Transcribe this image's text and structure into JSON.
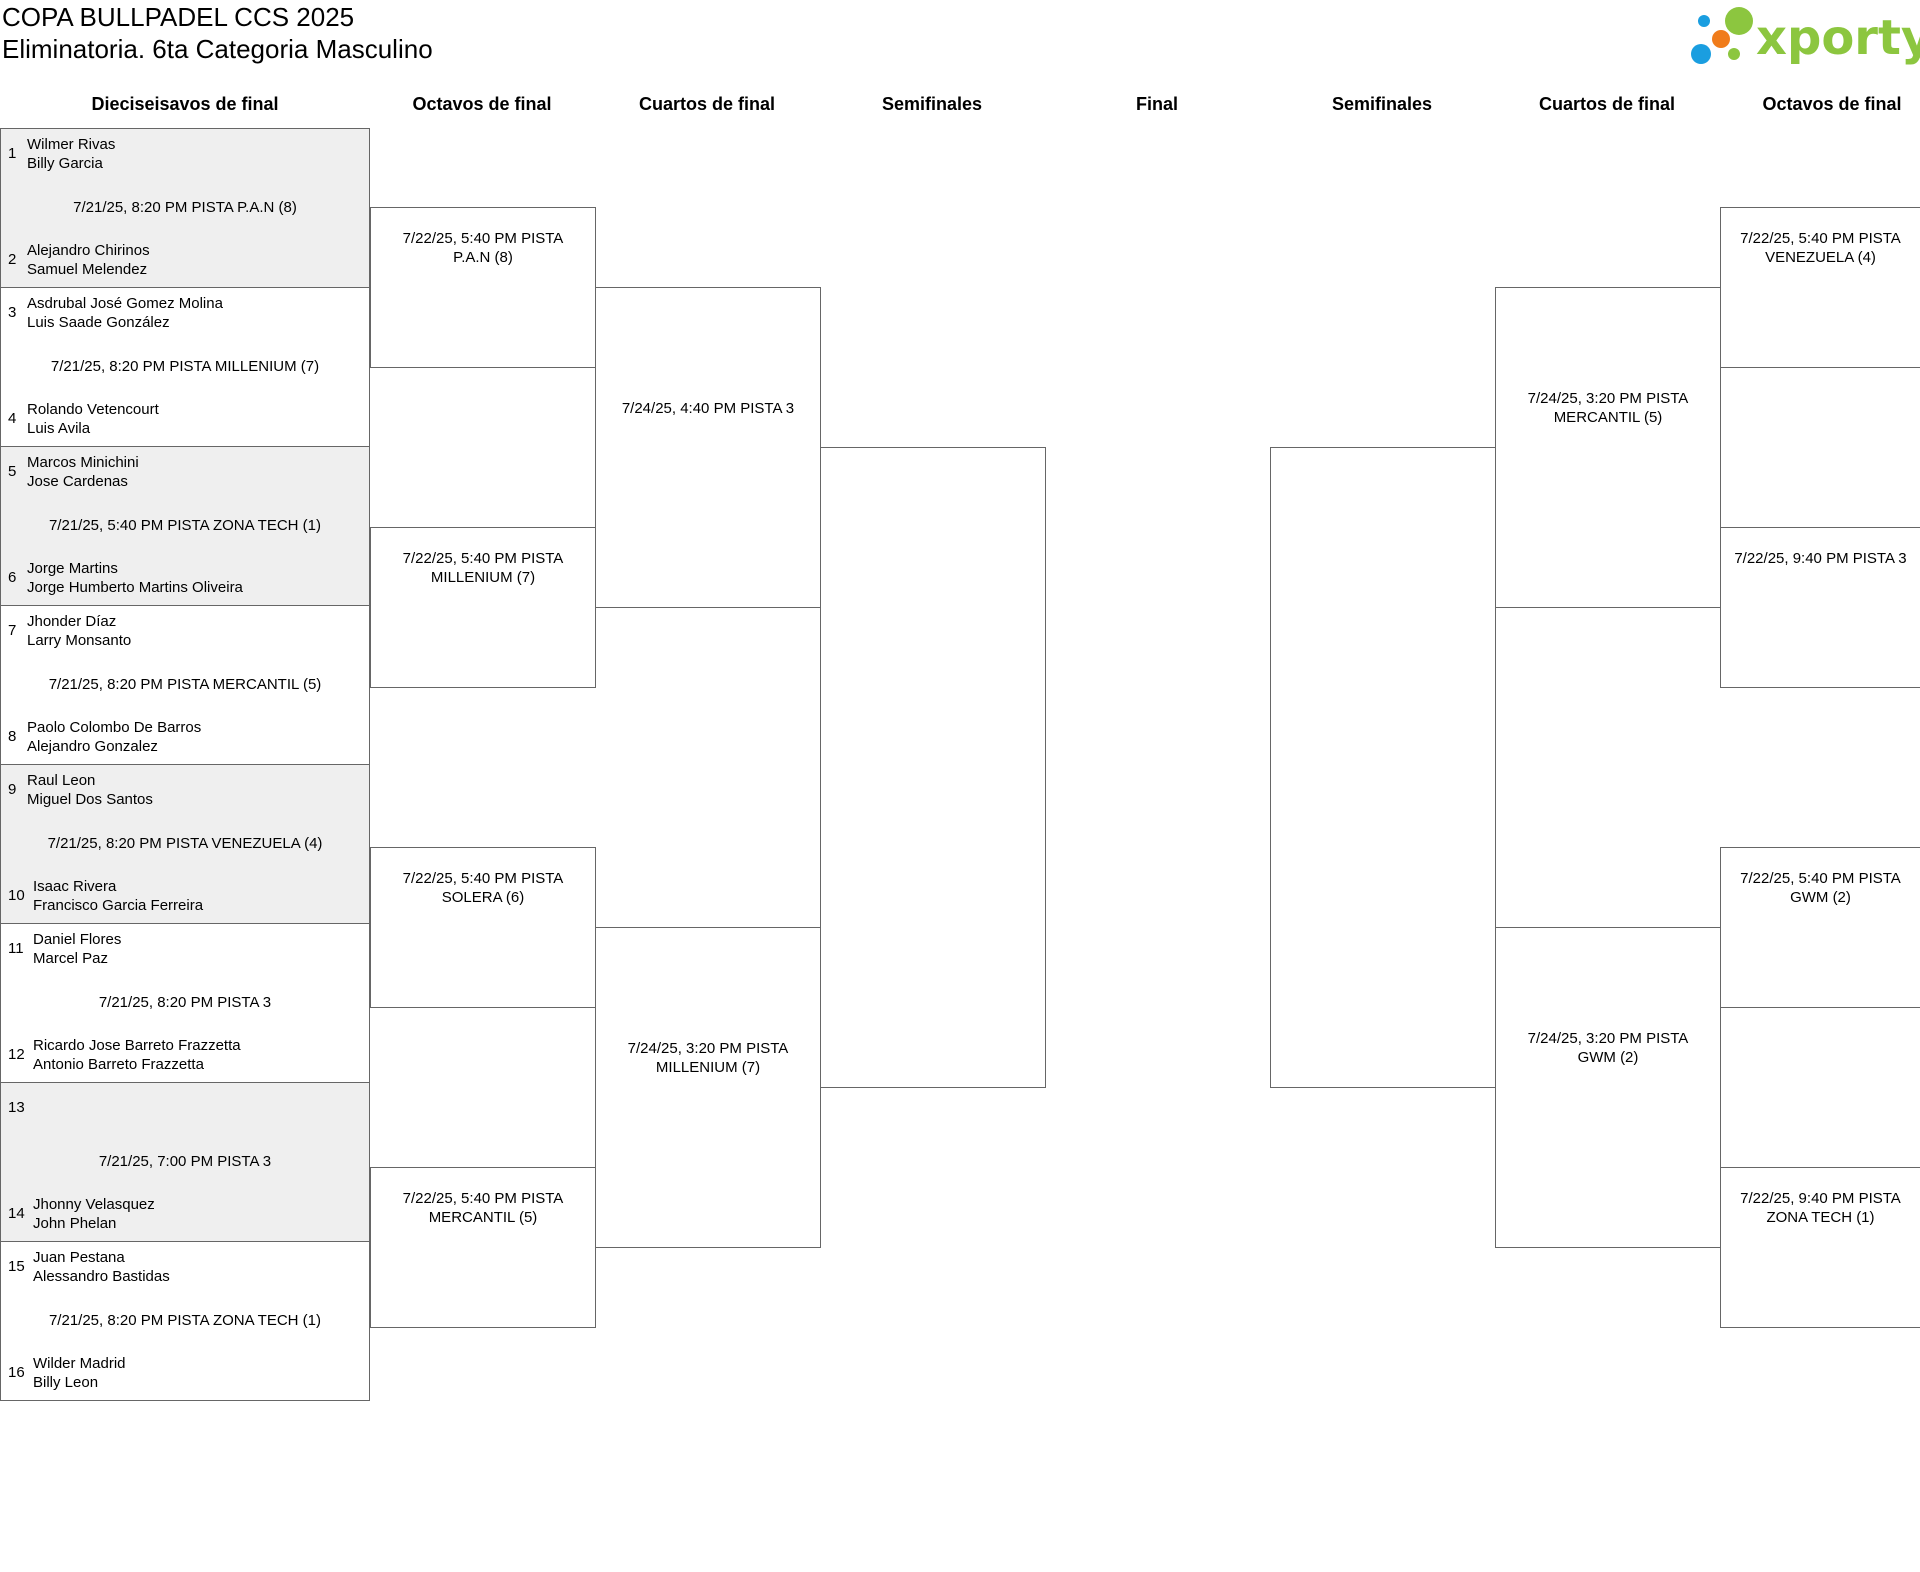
{
  "header": {
    "title": "COPA BULLPADEL CCS 2025",
    "subtitle": "Eliminatoria. 6ta Categoria Masculino",
    "logo_text": "xporty",
    "logo_color": "#8cc63f"
  },
  "rounds": [
    "Dieciseisavos de final",
    "Octavos de final",
    "Cuartos de final",
    "Semifinales",
    "Final",
    "Semifinales",
    "Cuartos de final",
    "Octavos de final"
  ],
  "r32": [
    {
      "top": {
        "seed": "1",
        "p1": "Wilmer Rivas",
        "p2": "Billy Garcia"
      },
      "info": "7/21/25, 8:20 PM PISTA P.A.N (8)",
      "bottom": {
        "seed": "2",
        "p1": "Alejandro Chirinos",
        "p2": "Samuel Melendez"
      }
    },
    {
      "top": {
        "seed": "3",
        "p1": "Asdrubal José Gomez Molina",
        "p2": "Luis Saade González"
      },
      "info": "7/21/25, 8:20 PM PISTA MILLENIUM (7)",
      "bottom": {
        "seed": "4",
        "p1": "Rolando Vetencourt",
        "p2": "Luis Avila"
      }
    },
    {
      "top": {
        "seed": "5",
        "p1": "Marcos Minichini",
        "p2": "Jose Cardenas"
      },
      "info": "7/21/25, 5:40 PM PISTA ZONA TECH (1)",
      "bottom": {
        "seed": "6",
        "p1": "Jorge Martins",
        "p2": "Jorge Humberto Martins Oliveira"
      }
    },
    {
      "top": {
        "seed": "7",
        "p1": "Jhonder Díaz",
        "p2": "Larry Monsanto"
      },
      "info": "7/21/25, 8:20 PM PISTA MERCANTIL (5)",
      "bottom": {
        "seed": "8",
        "p1": "Paolo Colombo De Barros",
        "p2": "Alejandro Gonzalez"
      }
    },
    {
      "top": {
        "seed": "9",
        "p1": "Raul Leon",
        "p2": "Miguel Dos Santos"
      },
      "info": "7/21/25, 8:20 PM PISTA VENEZUELA (4)",
      "bottom": {
        "seed": "10",
        "p1": "Isaac Rivera",
        "p2": "Francisco Garcia Ferreira"
      }
    },
    {
      "top": {
        "seed": "11",
        "p1": "Daniel Flores",
        "p2": "Marcel Paz"
      },
      "info": "7/21/25, 8:20 PM PISTA 3",
      "bottom": {
        "seed": "12",
        "p1": "Ricardo Jose Barreto Frazzetta",
        "p2": "Antonio Barreto Frazzetta"
      }
    },
    {
      "top": {
        "seed": "13",
        "p1": "",
        "p2": ""
      },
      "info": "7/21/25, 7:00 PM PISTA 3",
      "bottom": {
        "seed": "14",
        "p1": "Jhonny Velasquez",
        "p2": "John Phelan"
      }
    },
    {
      "top": {
        "seed": "15",
        "p1": "Juan Pestana",
        "p2": "Alessandro Bastidas"
      },
      "info": "7/21/25, 8:20 PM PISTA ZONA TECH (1)",
      "bottom": {
        "seed": "16",
        "p1": "Wilder Madrid",
        "p2": "Billy Leon"
      }
    }
  ],
  "r16_left": [
    {
      "line1": "7/22/25, 5:40 PM PISTA",
      "line2": "P.A.N (8)"
    },
    {
      "line1": "7/22/25, 5:40 PM PISTA",
      "line2": "MILLENIUM (7)"
    },
    {
      "line1": "7/22/25, 5:40 PM PISTA",
      "line2": "SOLERA (6)"
    },
    {
      "line1": "7/22/25, 5:40 PM PISTA",
      "line2": "MERCANTIL (5)"
    }
  ],
  "qf_left": [
    {
      "line1": "7/24/25, 4:40 PM PISTA 3",
      "line2": ""
    },
    {
      "line1": "7/24/25, 3:20 PM PISTA",
      "line2": "MILLENIUM (7)"
    }
  ],
  "qf_right": [
    {
      "line1": "7/24/25, 3:20 PM PISTA",
      "line2": "MERCANTIL (5)"
    },
    {
      "line1": "7/24/25, 3:20 PM PISTA",
      "line2": "GWM (2)"
    }
  ],
  "r16_right": [
    {
      "line1": "7/22/25, 5:40 PM PISTA",
      "line2": "VENEZUELA (4)"
    },
    {
      "line1": "7/22/25, 9:40 PM PISTA 3",
      "line2": ""
    },
    {
      "line1": "7/22/25, 5:40 PM PISTA",
      "line2": "GWM (2)"
    },
    {
      "line1": "7/22/25, 9:40 PM PISTA",
      "line2": "ZONA TECH (1)"
    }
  ]
}
